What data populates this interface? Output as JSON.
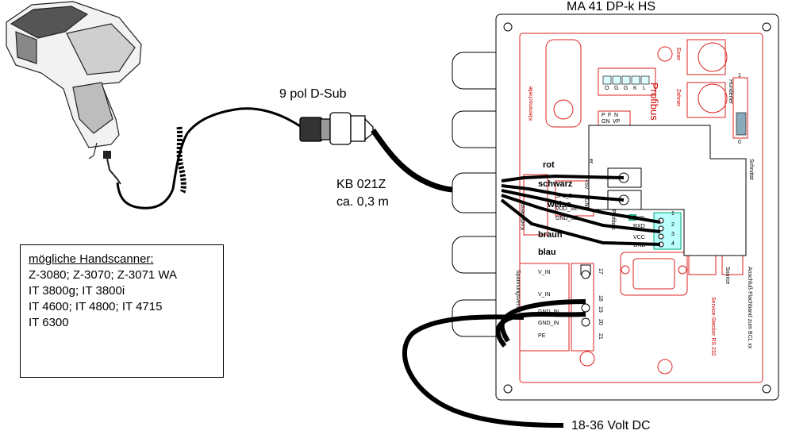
{
  "title": "MA 41 DP-k HS",
  "connector_label": "9 pol D-Sub",
  "cable": {
    "name": "KB 021Z",
    "length": "ca. 0,3 m"
  },
  "wires": [
    "rot",
    "schwarz",
    "weiss",
    "braun",
    "blau"
  ],
  "power_label": "18-36 Volt DC",
  "scanners": {
    "heading": "mögliche Handscanner:",
    "lines": [
      "Z-3080; Z-3070; Z-3071 WA",
      "IT 3800g; IT 3800i",
      "IT 4600; IT 4800; IT 4715",
      "IT 6300"
    ]
  },
  "board_labels": {
    "profibus": "Profibus",
    "einer": "Einer",
    "zehner": "Zehner",
    "hunderter": "Hunderter",
    "klemmschelle": "Klemmschelle",
    "schnittstelle": "Schnittst",
    "service": "Service-Stecker RS 232",
    "source": "Source",
    "anschluss": "Anschluß Flachband zum BCL xx",
    "pins_right": [
      "1",
      "2",
      "3",
      "4"
    ],
    "pins_bottom": [
      "17",
      "18",
      "19",
      "20",
      "21"
    ],
    "term_labels": [
      "TXD",
      "RXD",
      "VCC",
      "GND"
    ],
    "bottom_block": [
      "V_IN",
      "V_IN",
      "GND_IN",
      "GND_IN",
      "PE"
    ],
    "left_block": [
      "SF1_B",
      "VDD_SE",
      "GND_SE"
    ],
    "vertical_left": "Kodierleiste",
    "vertical_left2": "Spannungsvers.",
    "top_block": [
      "P",
      "F",
      "N",
      "GN",
      "VP"
    ],
    "dip_letters": [
      "O",
      "G",
      "G",
      "K",
      "L"
    ],
    "plus5v": "+5V",
    "gnd": "GND",
    "one": "1",
    "zero": "0",
    "er": "er"
  }
}
